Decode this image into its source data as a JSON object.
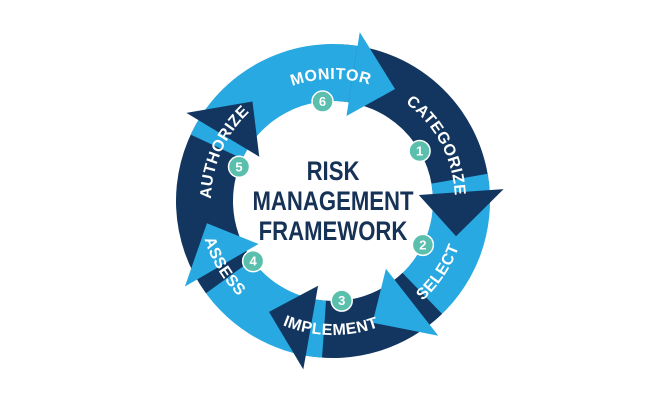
{
  "title_lines": [
    "RISK",
    "MANAGEMENT",
    "FRAMEWORK"
  ],
  "colors": {
    "dark": "#12365f",
    "light": "#28a9e1",
    "badge": "#5bbfae",
    "title": "#163256"
  },
  "steps": [
    {
      "number": "1",
      "label": "CATEGORIZE",
      "tone": "dark"
    },
    {
      "number": "2",
      "label": "SELECT",
      "tone": "light"
    },
    {
      "number": "3",
      "label": "IMPLEMENT",
      "tone": "dark"
    },
    {
      "number": "4",
      "label": "ASSESS",
      "tone": "light"
    },
    {
      "number": "5",
      "label": "AUTHORIZE",
      "tone": "dark"
    },
    {
      "number": "6",
      "label": "MONITOR",
      "tone": "light"
    }
  ]
}
